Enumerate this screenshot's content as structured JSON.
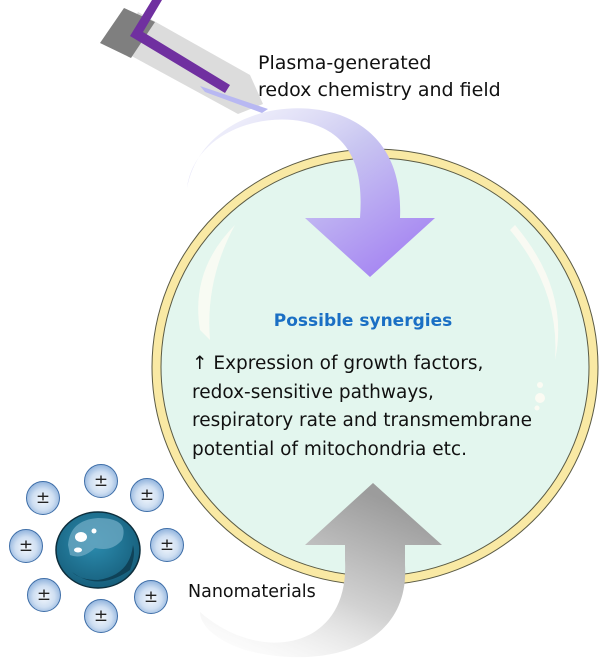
{
  "plasma": {
    "label_line1": "Plasma-generated",
    "label_line2": "redox chemistry and field"
  },
  "synergy": {
    "title": "Possible synergies",
    "lines": [
      "↑ Expression of growth factors,",
      "redox-sensitive pathways,",
      "respiratory rate and transmembrane",
      "potential of mitochondria etc."
    ]
  },
  "nano": {
    "label": "Nanomaterials",
    "charge_symbol": "±",
    "charge_count": 8
  },
  "colors": {
    "title_blue": "#1a6fc4",
    "cell_fill": "#e3f6ee",
    "cell_ring": "#f9e9a4",
    "arrow_purple": "#a07ef2",
    "arrow_gray": "#a6a6a6",
    "particle_teal": "#1b6f8e"
  }
}
